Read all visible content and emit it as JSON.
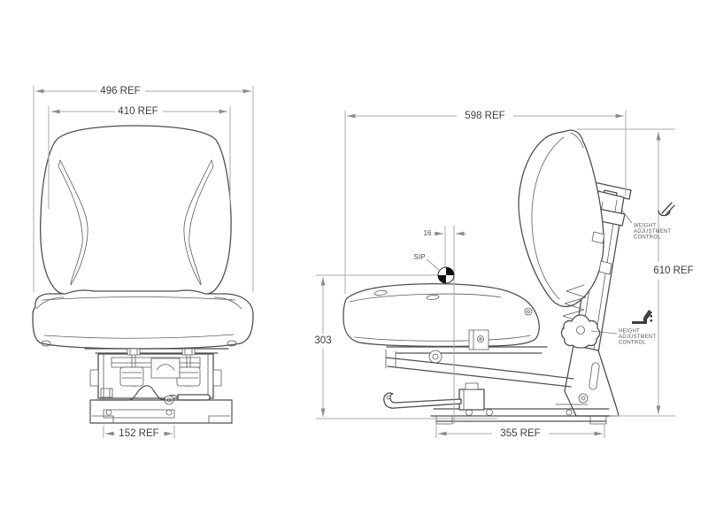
{
  "page": {
    "background": "#ffffff"
  },
  "colors": {
    "dimension_line": "#a9a9a9",
    "part_line": "#4f4f4f",
    "dimension_text": "#3d3d3d"
  },
  "front_view": {
    "name": "seat-front-view",
    "dims": {
      "overall_width": "496 REF",
      "backrest_width": "410 REF",
      "rail_slot_width": "152 REF"
    }
  },
  "side_view": {
    "name": "seat-side-view",
    "dims": {
      "overall_depth": "598 REF",
      "overall_height": "610 REF",
      "sip_height": "303",
      "sip_offset": "16",
      "base_length": "355 REF"
    },
    "sip_label": "SIP",
    "weight_control_label": [
      "WEIGHT",
      "ADJUSTMENT",
      "CONTROL"
    ],
    "height_control_label": [
      "HEIGHT",
      "ADJUSTMENT",
      "CONTROL"
    ]
  }
}
